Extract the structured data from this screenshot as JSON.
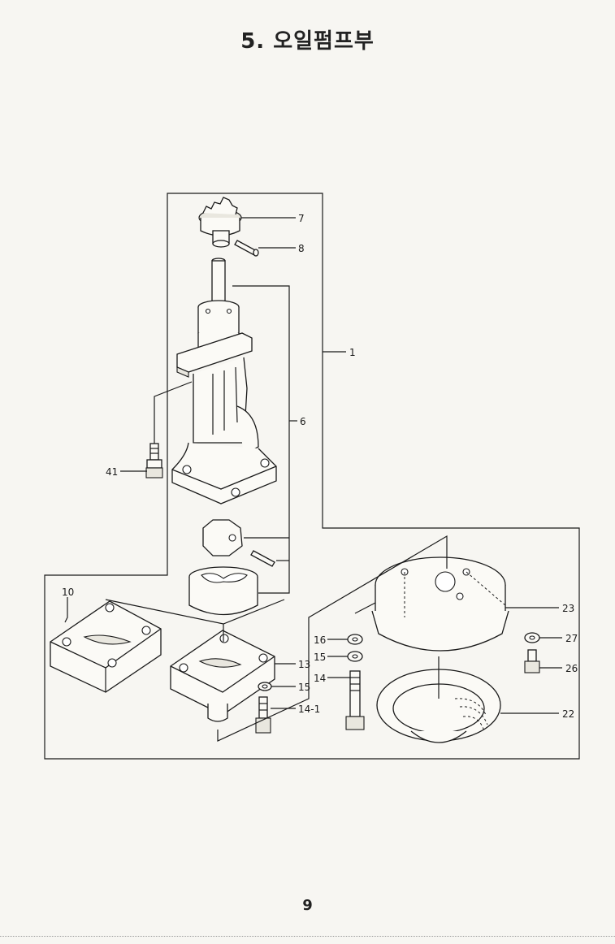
{
  "header": {
    "title": "5. 오일펌프부"
  },
  "footer": {
    "page_number": "9"
  },
  "callouts": {
    "c1": "1",
    "c6": "6",
    "c7": "7",
    "c8": "8",
    "c10": "10",
    "c13": "13",
    "c14": "14",
    "c14_1": "14-1",
    "c15a": "15",
    "c15b": "15",
    "c16": "16",
    "c22": "22",
    "c23": "23",
    "c26": "26",
    "c27": "27",
    "c41": "41"
  }
}
